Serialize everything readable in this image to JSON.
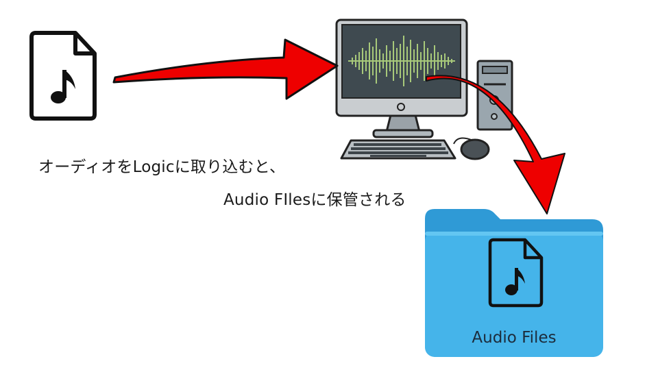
{
  "caption": {
    "line1": "オーディオをLogicに取り込むと、",
    "line2": "Audio FIlesに保管される"
  },
  "folder": {
    "label": "Audio Files"
  },
  "icons": {
    "source_file": "audio-file-icon",
    "computer": "desktop-computer-icon",
    "folder": "folder-icon",
    "folder_file": "audio-file-icon"
  },
  "colors": {
    "arrow": "#ee0000",
    "folder_front": "#45b4ea",
    "folder_back": "#2f9ad6",
    "screen": "#3f4a50",
    "waveform": "#a8c97a"
  }
}
